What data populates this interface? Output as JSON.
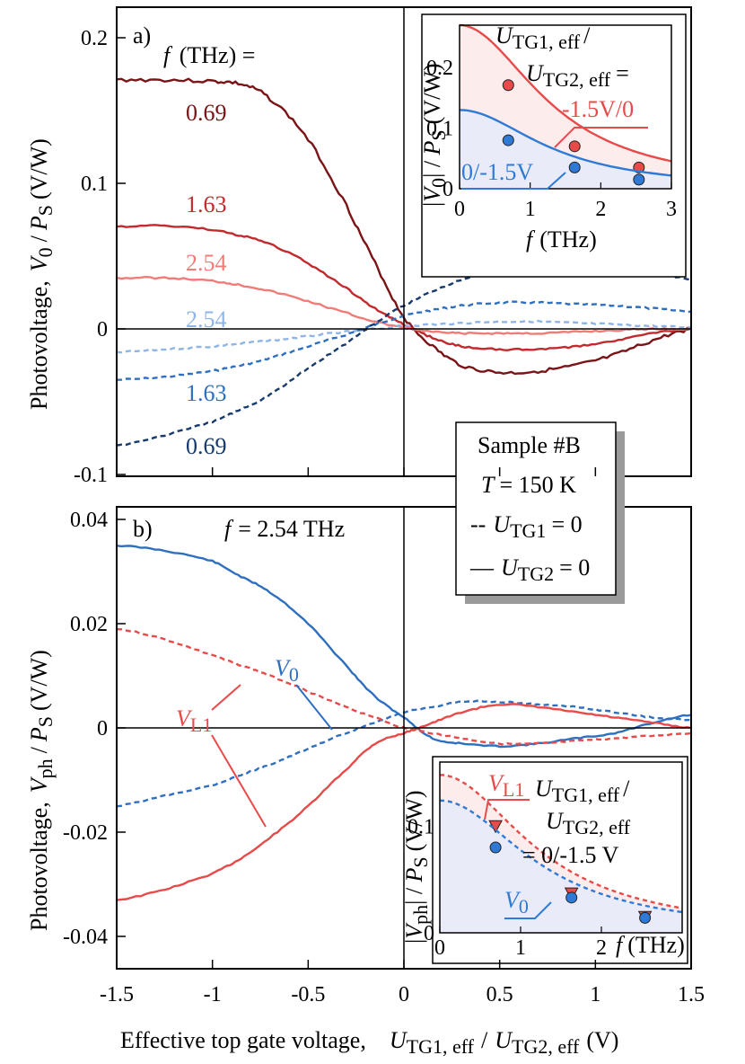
{
  "colors": {
    "dark_red": "#7a1416",
    "red": "#c22a2e",
    "light_red": "#ef7c78",
    "dark_blue": "#173a6c",
    "blue": "#2f6fc0",
    "light_blue": "#8fb5e6",
    "inset_red": "#e84a4a",
    "inset_blue": "#2e7ad6",
    "blue_fill": "#e9ecf8",
    "pink_fill": "#fdecec"
  },
  "xaxis": {
    "label_main": "Effective top gate voltage,",
    "label_u1": "U",
    "label_u1_sub": "TG1, eff",
    "label_slash": "/",
    "label_u2": "U",
    "label_u2_sub": "TG2, eff",
    "label_unit": "(V)",
    "ticks": [
      "-1.5",
      "-1",
      "-0.5",
      "0",
      "0.5",
      "1",
      "1.5"
    ],
    "lim": [
      -1.5,
      1.5
    ]
  },
  "panel_a": {
    "tag": "a)",
    "f_label": "f",
    "f_unit": "(THz) =",
    "ylabel_main": "Photovoltage,",
    "ylabel_v": "V",
    "ylabel_v_sub": "0",
    "ylabel_p": "P",
    "ylabel_p_sub": "S",
    "ylabel_slash": "/",
    "ylabel_unit": "(V/W)",
    "yticks": [
      "0.2",
      "0.1",
      "0",
      "-0.1"
    ],
    "curve_labels": {
      "s069": "0.69",
      "s163": "1.63",
      "s254": "2.54",
      "d254": "2.54",
      "d163": "1.63",
      "d069": "0.69"
    }
  },
  "legend": {
    "sample": "Sample #B",
    "T_sym": "T",
    "T_val": "= 150 K",
    "dash_line": "--",
    "dash_u": "U",
    "dash_sub": "TG1",
    "dash_eq": "= 0",
    "solid_line": "—",
    "solid_u": "U",
    "solid_sub": "TG2",
    "solid_eq": "= 0"
  },
  "inset_a": {
    "title_u1": "U",
    "title_u1_sub": "TG1, eff",
    "title_slash": "/",
    "title_u2": "U",
    "title_u2_sub": "TG2, eff",
    "title_eq": "=",
    "red_label": "-1.5V/0",
    "blue_label": "0/-1.5V",
    "xlabel_f": "f",
    "xlabel_unit": "(THz)",
    "ylabel": "|V0| / PS (V/W)",
    "ylabel_v": "V",
    "ylabel_v_sub": "0",
    "ylabel_p": "P",
    "ylabel_p_sub": "S",
    "ylabel_unit": "(V/W)",
    "xticks": [
      "0",
      "1",
      "2",
      "3"
    ],
    "yticks": [
      "0",
      "0.1",
      "0.2"
    ]
  },
  "panel_b": {
    "tag": "b)",
    "f_label": "f",
    "f_value": "= 2.54 THz",
    "ylabel_main": "Photovoltage,",
    "ylabel_v": "V",
    "ylabel_v_sub": "ph",
    "ylabel_p": "P",
    "ylabel_p_sub": "S",
    "ylabel_slash": "/",
    "ylabel_unit": "(V/W)",
    "yticks": [
      "0.04",
      "0.02",
      "0",
      "-0.02",
      "-0.04"
    ],
    "v0_label": "V",
    "v0_sub": "0",
    "vl1_label": "V",
    "vl1_sub": "L1"
  },
  "inset_b": {
    "title_u1": "U",
    "title_u1_sub": "TG1, eff",
    "title_slash": "/",
    "title_u2": "U",
    "title_u2_sub": "TG2, eff",
    "title_eq": "= 0/-1.5 V",
    "vl1_label": "V",
    "vl1_sub": "L1",
    "v0_label": "V",
    "v0_sub": "0",
    "xlabel_f": "f",
    "xlabel_unit": "(THz)",
    "ylabel_v": "V",
    "ylabel_v_sub": "ph",
    "ylabel_p": "P",
    "ylabel_p_sub": "S",
    "ylabel_unit": "(V/W)",
    "xticks": [
      "0",
      "1",
      "2"
    ],
    "yticks": [
      "0",
      "0.1"
    ]
  },
  "chart_data": [
    {
      "type": "line",
      "id": "panel_a",
      "title": "",
      "xlabel": "Effective top gate voltage, U_TG1,eff / U_TG2,eff (V)",
      "ylabel": "Photovoltage, V0 / PS (V/W)",
      "xlim": [
        -1.5,
        1.5
      ],
      "ylim": [
        -0.1,
        0.22
      ],
      "x": [
        -1.5,
        -1.25,
        -1.0,
        -0.85,
        -0.7,
        -0.5,
        -0.3,
        -0.15,
        0.0,
        0.15,
        0.3,
        0.5,
        0.7,
        0.9,
        1.1,
        1.3,
        1.5
      ],
      "series": [
        {
          "name": "0.69",
          "style": "solid",
          "values": [
            0.171,
            0.171,
            0.17,
            0.168,
            0.158,
            0.13,
            0.085,
            0.045,
            0.008,
            -0.012,
            -0.025,
            -0.03,
            -0.029,
            -0.025,
            -0.018,
            -0.008,
            0.0
          ]
        },
        {
          "name": "1.63",
          "style": "solid",
          "values": [
            0.07,
            0.071,
            0.068,
            0.064,
            0.058,
            0.045,
            0.028,
            0.014,
            0.003,
            -0.006,
            -0.012,
            -0.014,
            -0.014,
            -0.012,
            -0.008,
            -0.003,
            0.0
          ]
        },
        {
          "name": "2.54",
          "style": "solid",
          "values": [
            0.035,
            0.035,
            0.033,
            0.03,
            0.026,
            0.019,
            0.011,
            0.005,
            0.001,
            -0.002,
            -0.003,
            -0.003,
            -0.003,
            -0.002,
            -0.001,
            0.0,
            0.0
          ]
        },
        {
          "name": "2.54",
          "style": "dashed",
          "values": [
            -0.016,
            -0.014,
            -0.012,
            -0.01,
            -0.008,
            -0.005,
            -0.002,
            0.0,
            0.002,
            0.003,
            0.004,
            0.005,
            0.005,
            0.004,
            0.003,
            0.002,
            0.001
          ]
        },
        {
          "name": "1.63",
          "style": "dashed",
          "values": [
            -0.035,
            -0.033,
            -0.029,
            -0.025,
            -0.02,
            -0.012,
            -0.004,
            0.003,
            0.009,
            0.013,
            0.016,
            0.018,
            0.018,
            0.017,
            0.016,
            0.014,
            0.012
          ]
        },
        {
          "name": "0.69",
          "style": "dashed",
          "values": [
            -0.08,
            -0.073,
            -0.064,
            -0.055,
            -0.045,
            -0.027,
            -0.01,
            0.004,
            0.016,
            0.026,
            0.034,
            0.041,
            0.045,
            0.045,
            0.043,
            0.039,
            0.034
          ]
        }
      ]
    },
    {
      "type": "line",
      "id": "panel_b",
      "title": "",
      "xlabel": "Effective top gate voltage, U_TG1,eff / U_TG2,eff (V)",
      "ylabel": "Photovoltage, Vph / PS (V/W)",
      "xlim": [
        -1.5,
        1.5
      ],
      "ylim": [
        -0.045,
        0.045
      ],
      "x": [
        -1.5,
        -1.25,
        -1.0,
        -0.85,
        -0.7,
        -0.5,
        -0.3,
        -0.15,
        0.0,
        0.15,
        0.3,
        0.5,
        0.7,
        0.9,
        1.1,
        1.3,
        1.5
      ],
      "series": [
        {
          "name": "V0 solid",
          "style": "solid",
          "color": "blue",
          "values": [
            0.035,
            0.034,
            0.032,
            0.029,
            0.026,
            0.02,
            0.012,
            0.006,
            0.002,
            -0.002,
            -0.003,
            -0.0035,
            -0.003,
            -0.002,
            -0.001,
            0.001,
            0.0025
          ]
        },
        {
          "name": "V0 dashed",
          "style": "dashed",
          "color": "blue",
          "values": [
            -0.015,
            -0.013,
            -0.011,
            -0.009,
            -0.007,
            -0.004,
            -0.001,
            0.001,
            0.003,
            0.004,
            0.005,
            0.005,
            0.0045,
            0.004,
            0.003,
            0.002,
            0.0015
          ]
        },
        {
          "name": "VL1 solid",
          "style": "solid",
          "color": "red",
          "values": [
            -0.033,
            -0.031,
            -0.028,
            -0.025,
            -0.021,
            -0.015,
            -0.008,
            -0.003,
            -0.001,
            0.001,
            0.003,
            0.0045,
            0.004,
            0.003,
            0.002,
            0.001,
            0.0
          ]
        },
        {
          "name": "VL1 dashed",
          "style": "dashed",
          "color": "red",
          "values": [
            0.019,
            0.017,
            0.014,
            0.012,
            0.01,
            0.007,
            0.004,
            0.002,
            0.0,
            -0.001,
            -0.002,
            -0.003,
            -0.003,
            -0.0025,
            -0.002,
            -0.0015,
            -0.001
          ]
        }
      ]
    },
    {
      "type": "scatter",
      "id": "inset_a",
      "xlabel": "f (THz)",
      "ylabel": "|V0| / PS (V/W)",
      "xlim": [
        0,
        3
      ],
      "ylim": [
        0,
        0.27
      ],
      "series": [
        {
          "name": "-1.5V/0",
          "color": "red",
          "points": [
            [
              0.69,
              0.171
            ],
            [
              1.63,
              0.07
            ],
            [
              2.54,
              0.035
            ]
          ],
          "fit_y0": 0.27
        },
        {
          "name": "0/-1.5V",
          "color": "blue",
          "points": [
            [
              0.69,
              0.08
            ],
            [
              1.63,
              0.035
            ],
            [
              2.54,
              0.015
            ]
          ],
          "fit_y0": 0.13
        }
      ]
    },
    {
      "type": "scatter",
      "id": "inset_b",
      "xlabel": "f (THz)",
      "ylabel": "|Vph| / PS (V/W)",
      "xlim": [
        0,
        3
      ],
      "ylim": [
        0,
        0.16
      ],
      "series": [
        {
          "name": "VL1",
          "color": "red",
          "marker": "triangle",
          "points": [
            [
              0.69,
              0.1
            ],
            [
              1.63,
              0.037
            ],
            [
              2.54,
              0.015
            ]
          ],
          "fit_y0": 0.148
        },
        {
          "name": "V0",
          "color": "blue",
          "marker": "circle",
          "points": [
            [
              0.69,
              0.08
            ],
            [
              1.63,
              0.033
            ],
            [
              2.54,
              0.014
            ]
          ],
          "fit_y0": 0.124
        }
      ]
    }
  ]
}
